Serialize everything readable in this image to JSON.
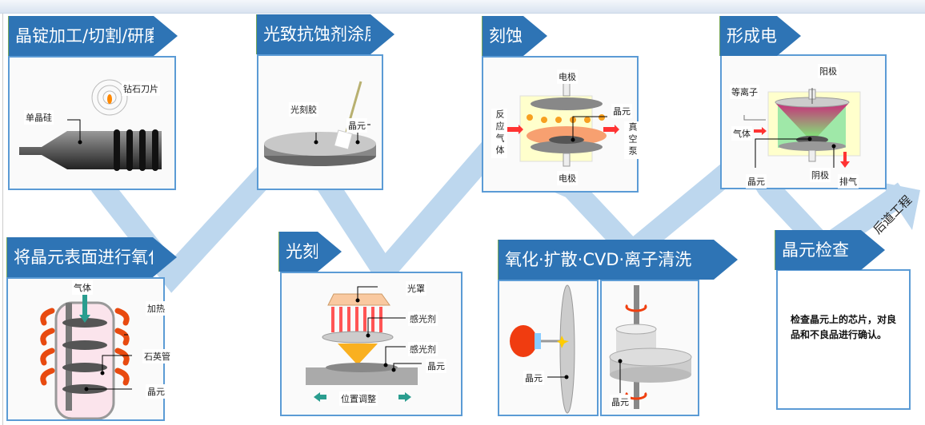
{
  "steps": [
    {
      "title": "晶锭加工/切割/研磨",
      "labels": {
        "blade": "钻石刀片",
        "ingot": "单晶硅"
      }
    },
    {
      "title": "光致抗蚀剂涂层",
      "labels": {
        "resist": "光刻胶",
        "wafer": "晶元"
      }
    },
    {
      "title": "刻蚀",
      "labels": {
        "electrode_top": "电极",
        "electrode_bottom": "电极",
        "wafer": "晶元",
        "gas": "反应气体",
        "pump": "真空泵"
      }
    },
    {
      "title": "形成电极",
      "labels": {
        "anode": "阳极",
        "plasma": "等离子",
        "gas": "气体",
        "wafer": "晶元",
        "cathode": "阴极",
        "exhaust": "排气"
      }
    },
    {
      "title": "将晶元表面进行氧化",
      "labels": {
        "gas": "气体",
        "heat": "加热",
        "tube": "石英管",
        "wafer": "晶元"
      }
    },
    {
      "title": "光刻",
      "labels": {
        "mask": "光罩",
        "photosensitizer1": "感光剂",
        "photosensitizer2": "感光剂",
        "wafer": "晶元",
        "adjust": "位置调整"
      }
    },
    {
      "title": "氧化·扩散·CVD·离子清洗",
      "labels": {
        "wafer_left": "晶元",
        "wafer_right": "晶元"
      }
    },
    {
      "title": "晶元检查",
      "description": "检查晶元上的芯片，对良品和不良品进行确认。"
    }
  ],
  "flow_arrow_label": "后道工程",
  "colors": {
    "header": "#2e74b5",
    "band": "#bdd7ee",
    "border": "#5b9bd5"
  }
}
